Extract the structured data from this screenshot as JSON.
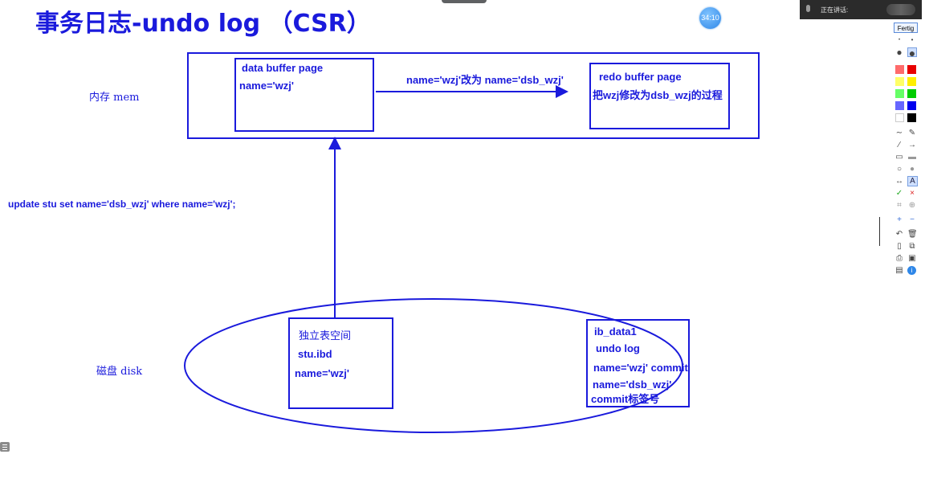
{
  "slide": {
    "title": "事务日志-undo log （CSR）",
    "timer": "34:10",
    "mem_label": "内存 mem",
    "disk_label": "磁盘 disk",
    "sql": "update stu set name='dsb_wzj' where name='wzj';",
    "data_buffer": {
      "title": "data buffer page",
      "value": "name='wzj'"
    },
    "arrow_label": "name='wzj'改为 name='dsb_wzj'",
    "redo_buffer": {
      "title": "redo buffer page",
      "desc": "把wzj修改为dsb_wzj的过程"
    },
    "ibd": {
      "title": "独立表空间",
      "file": "stu.ibd",
      "value": "name='wzj'"
    },
    "ibdata": {
      "title": "ib_data1",
      "subtitle": "undo log",
      "line1": "name='wzj' commit",
      "line2": "name='dsb_wzj'",
      "line3": "commit标签号"
    }
  },
  "speaker": {
    "text": "正在讲话:"
  },
  "toolbar": {
    "done_label": "Fertig",
    "colors": [
      "#ff6b6b",
      "#e80000",
      "#ffff66",
      "#ffee00",
      "#66ff66",
      "#00cc00",
      "#6666ff",
      "#0000ee",
      "#ffffff",
      "#000000"
    ]
  }
}
